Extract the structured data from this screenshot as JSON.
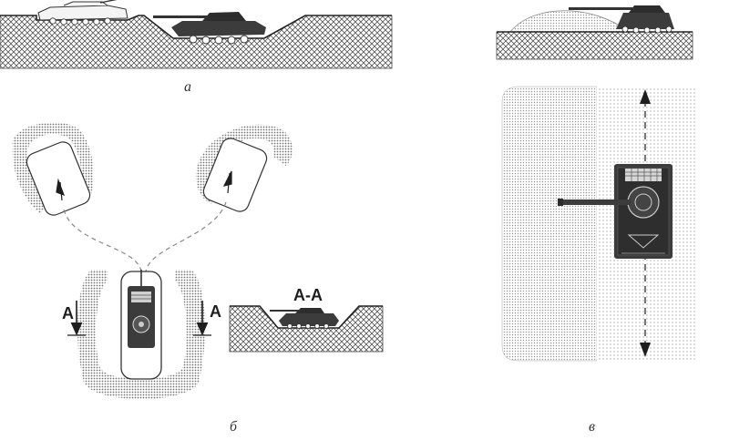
{
  "captions": {
    "a": "а",
    "b": "б",
    "v": "в"
  },
  "section_marks": {
    "left": "A",
    "right": "A",
    "title": "A-A"
  },
  "colors": {
    "soil_hatch": "#555555",
    "tank_dark": "#3c3c3c",
    "tank_light": "#f4f4f4",
    "stipple_dark": "#8a8a8a",
    "stipple_light": "#c2c2c2",
    "path_dash": "#888888",
    "arrow": "#1e1e1e"
  },
  "icons": [
    "tank-side-view-icon",
    "tank-top-view-icon",
    "direction-arrow-icon",
    "section-arrow-icon"
  ]
}
